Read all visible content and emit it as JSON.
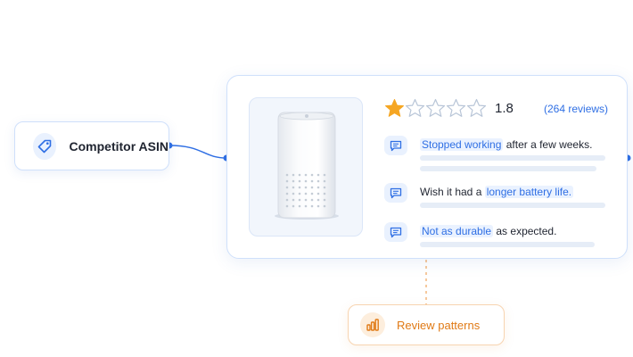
{
  "source_node": {
    "label": "Competitor ASIN",
    "icon": "tag-icon"
  },
  "product_card": {
    "image": "air-purifier-image",
    "rating": {
      "value": "1.8",
      "stars_filled": 1,
      "stars_total": 5,
      "reviews": "(264 reviews)"
    },
    "reviews": [
      {
        "highlight": "Stopped working",
        "after": " after a few weeks."
      },
      {
        "before": "Wish it had a ",
        "highlight": "longer battery life."
      },
      {
        "highlight": "Not as durable",
        "after": " as expected."
      }
    ]
  },
  "output_node": {
    "label": "Review patterns",
    "icon": "bar-chart-icon"
  },
  "colors": {
    "accent_blue": "#2f6fe4",
    "star_filled": "#f5a623",
    "star_empty": "#b9c6d8",
    "output_orange": "#e07a16"
  }
}
